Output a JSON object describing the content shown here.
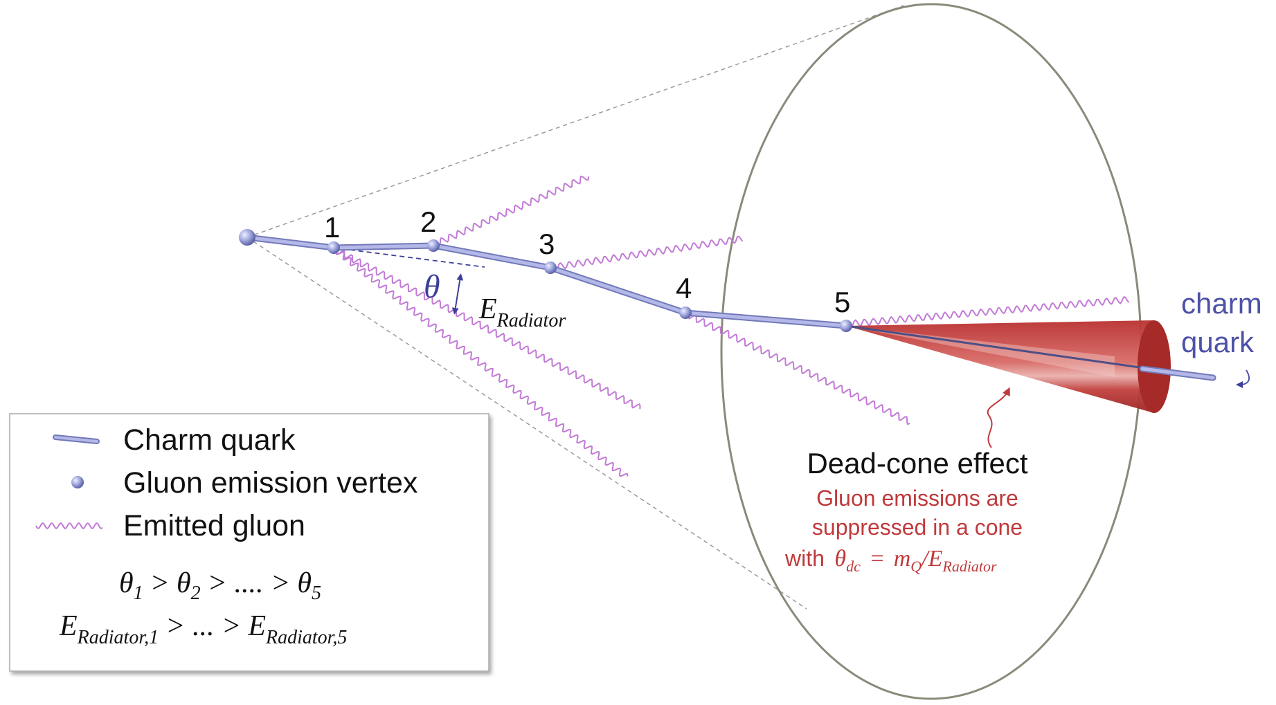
{
  "vertices": [
    {
      "label": "1"
    },
    {
      "label": "2"
    },
    {
      "label": "3"
    },
    {
      "label": "4"
    },
    {
      "label": "5"
    }
  ],
  "theta_symbol": "θ",
  "e_radiator": {
    "base": "E",
    "subscript": "Radiator"
  },
  "side_label": {
    "line1": "charm",
    "line2": "quark"
  },
  "dead_cone": {
    "title": "Dead-cone effect",
    "desc_line1": "Gluon emissions are",
    "desc_line2": "suppressed in a cone",
    "desc_line3_prefix": "with",
    "formula": {
      "theta": "θ",
      "theta_sub": "dc",
      "equals": "=",
      "m": "m",
      "m_sub": "Q",
      "slash": "/",
      "e": "E",
      "e_sub": "Radiator"
    }
  },
  "legend": {
    "items": [
      {
        "label": "Charm quark",
        "icon": "quark-line-icon"
      },
      {
        "label": "Gluon emission vertex",
        "icon": "vertex-dot-icon"
      },
      {
        "label": "Emitted gluon",
        "icon": "gluon-wave-icon"
      }
    ],
    "angle_order": {
      "t1": "θ",
      "s1": "1",
      "gt1": ">",
      "t2": "θ",
      "s2": "2",
      "gt2": "> .... >",
      "t5": "θ",
      "s5": "5"
    },
    "energy_order": {
      "e1": "E",
      "s1": "Radiator,1",
      "gt1": "> ... >",
      "e5": "E",
      "s5": "Radiator,5"
    }
  },
  "colors": {
    "quark": "#9fa6dc",
    "quark_edge": "#7279b8",
    "gluon": "#c27ad6",
    "cone_red": "#b6302f",
    "red_text": "#c0393b",
    "ellipse": "#8a8a7a",
    "dashed": "#9a9a9a",
    "theta_blue": "#3d3f99"
  }
}
